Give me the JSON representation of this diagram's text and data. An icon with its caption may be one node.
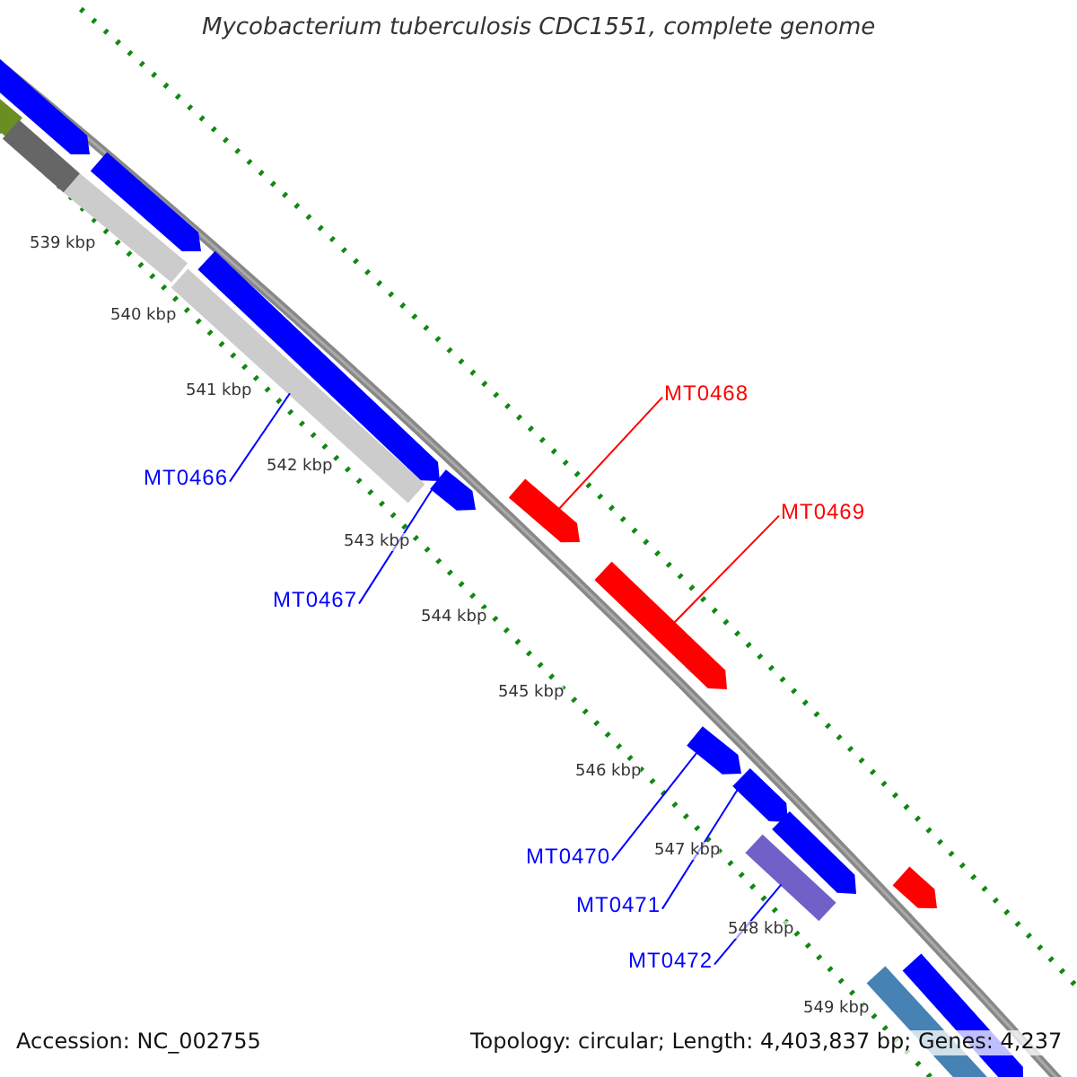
{
  "diagram": {
    "title": "Mycobacterium tuberculosis CDC1551, complete genome",
    "nodes": [
      {
        "text": [
          "MT0466"
        ]
      },
      {
        "text": [
          "MT0467"
        ]
      },
      {
        "text": [
          "MT0468"
        ]
      },
      {
        "text": [
          "MT0469"
        ]
      },
      {
        "text": [
          "MT0470"
        ]
      },
      {
        "text": [
          "MT0471"
        ]
      },
      {
        "text": [
          "MT0472"
        ]
      },
      {
        "text": [],
        "shape": "bar"
      },
      {
        "text": [],
        "shape": "arrow"
      },
      {
        "text": [],
        "shape": "arrow"
      },
      {
        "text": [],
        "shape": "arrow"
      },
      {
        "text": [],
        "shape": "arrow"
      },
      {
        "text": [],
        "shape": "arrow"
      },
      {
        "text": [],
        "shape": "bar"
      }
    ],
    "edges": [
      {
        "from": 0,
        "to": 7,
        "arrow": "none"
      },
      {
        "from": 1,
        "to": 8,
        "arrow": "none"
      },
      {
        "from": 2,
        "to": 9,
        "arrow": "none",
        "color": "#ff0000"
      },
      {
        "from": 3,
        "to": 10,
        "arrow": "none",
        "color": "#ff0000"
      },
      {
        "from": 4,
        "to": 11,
        "arrow": "none"
      },
      {
        "from": 5,
        "to": 12,
        "arrow": "none"
      },
      {
        "from": 6,
        "to": 13,
        "arrow": "none"
      }
    ],
    "labels": [
      "539 kbp",
      "540 kbp",
      "541 kbp",
      "542 kbp",
      "543 kbp",
      "544 kbp",
      "545 kbp",
      "546 kbp",
      "547 kbp",
      "548 kbp",
      "549 kbp",
      "Accession: NC_002755",
      "Topology: circular; Length: 4,403,837 bp; Genes: 4,237"
    ]
  }
}
